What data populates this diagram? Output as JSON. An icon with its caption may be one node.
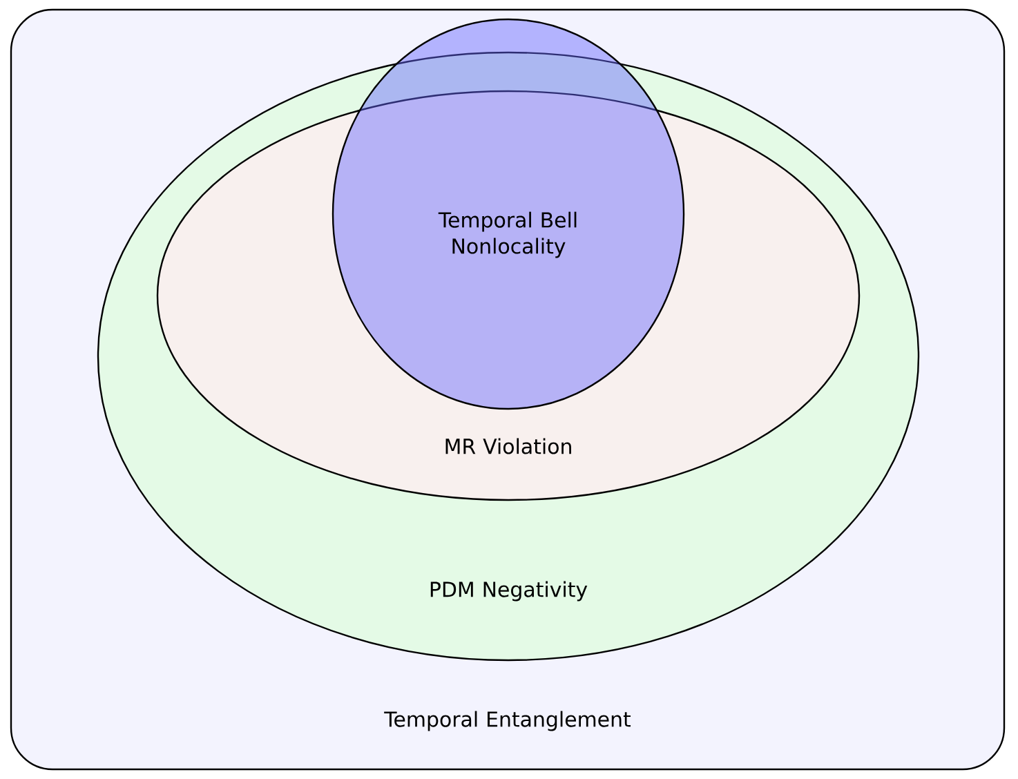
{
  "diagram": {
    "nodes": [
      {
        "text": [
          "Temporal Entanglement"
        ]
      },
      {
        "text": [
          "PDM Negativity"
        ],
        "in": 0
      },
      {
        "text": [
          "MR Violation"
        ],
        "in": 1
      },
      {
        "text": [
          "Temporal Bell Nonlocality"
        ],
        "in": 0
      }
    ]
  }
}
